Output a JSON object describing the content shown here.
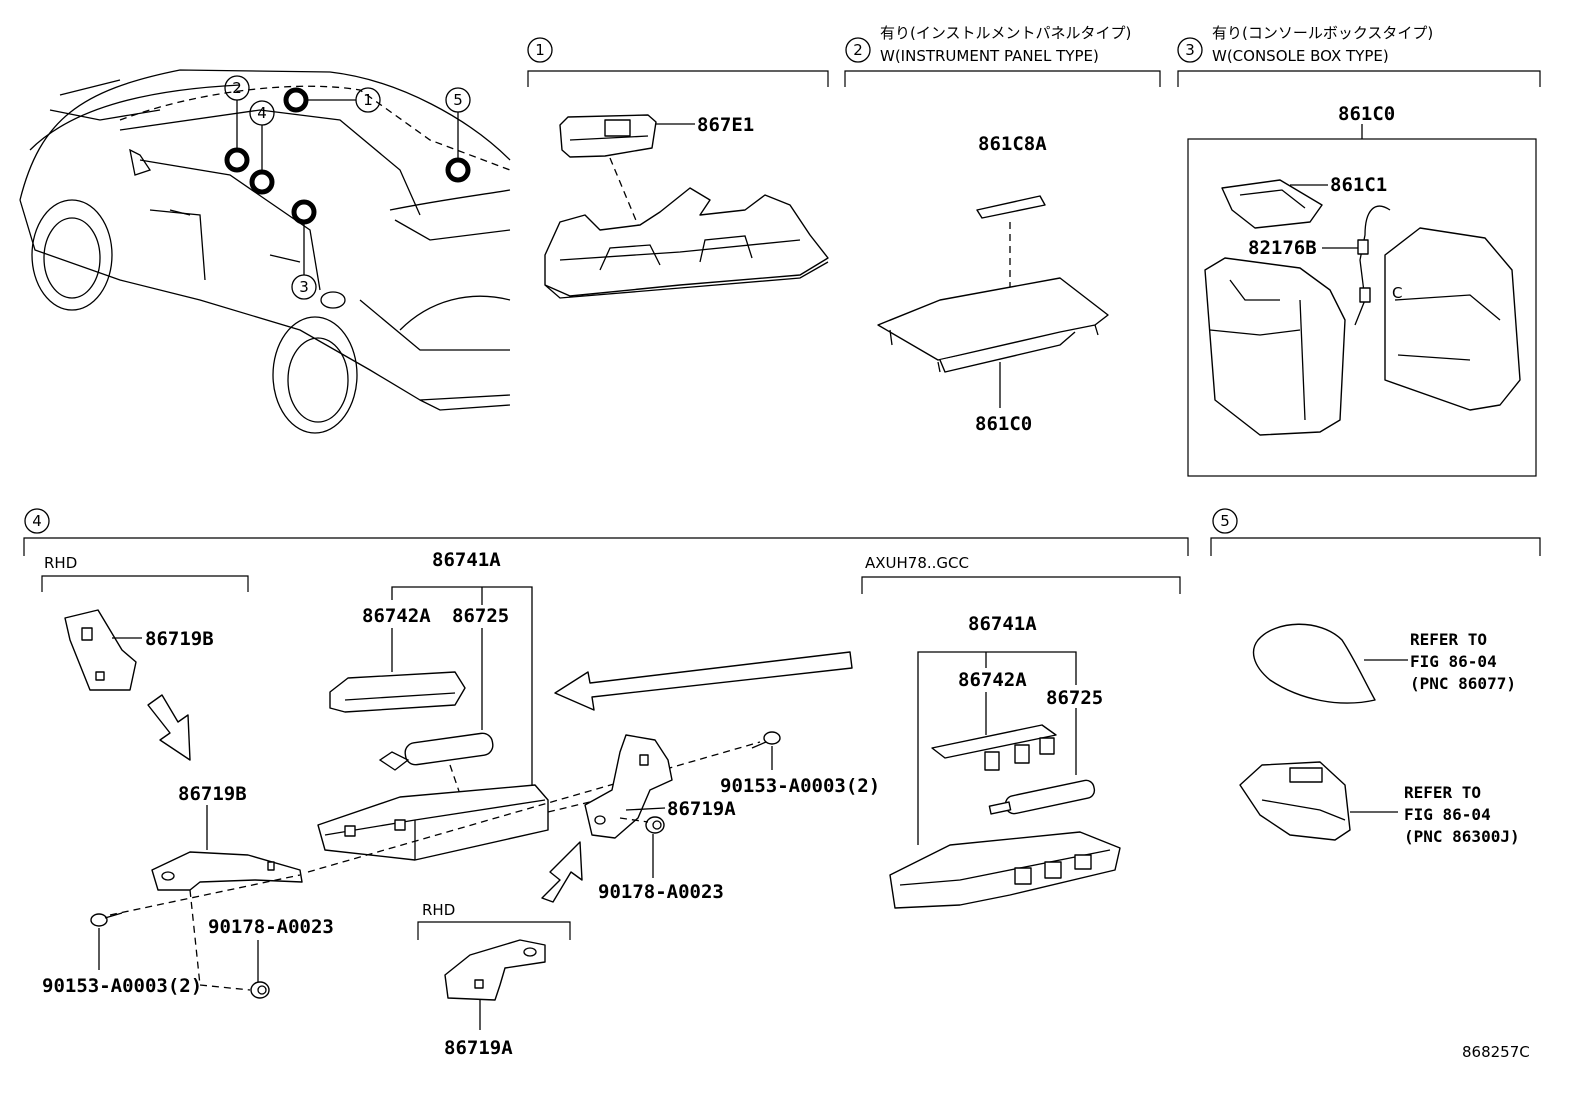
{
  "figure_code": "868257C",
  "view_markers": [
    "1",
    "2",
    "3",
    "4",
    "5"
  ],
  "section_2": {
    "marker": "2",
    "jp_title": "有り(インストルメントパネルタイプ)",
    "en_title": "W(INSTRUMENT PANEL TYPE)"
  },
  "section_3": {
    "marker": "3",
    "jp_title": "有り(コンソールボックスタイプ)",
    "en_title": "W(CONSOLE BOX TYPE)"
  },
  "section_1": {
    "marker": "1",
    "part": "867E1"
  },
  "section_2_parts": {
    "upper": "861C8A",
    "lower": "861C0"
  },
  "section_3_parts": {
    "assembly": "861C0",
    "tray": "861C1",
    "cable": "82176B"
  },
  "section_4": {
    "marker": "4",
    "rhd_label_top": "RHD",
    "rhd_label_bottom": "RHD",
    "variant_label": "AXUH78..GCC",
    "parts": {
      "bracket_b_top": "86719B",
      "bracket_b": "86719B",
      "assembly": "86741A",
      "cover": "86742A",
      "battery": "86725",
      "bracket_a": "86719A",
      "bracket_a_rhd": "86719A",
      "screw_right": "90153-A0003(2)",
      "screw_left": "90153-A0003(2)",
      "nut_right": "90178-A0023",
      "nut_left": "90178-A0023",
      "alt_assembly": "86741A",
      "alt_cover": "86742A",
      "alt_battery": "86725"
    }
  },
  "section_5": {
    "marker": "5",
    "refer_1": [
      "REFER TO",
      "FIG 86-04",
      "(PNC 86077)"
    ],
    "refer_2": [
      "REFER TO",
      "FIG 86-04",
      "(PNC 86300J)"
    ]
  }
}
